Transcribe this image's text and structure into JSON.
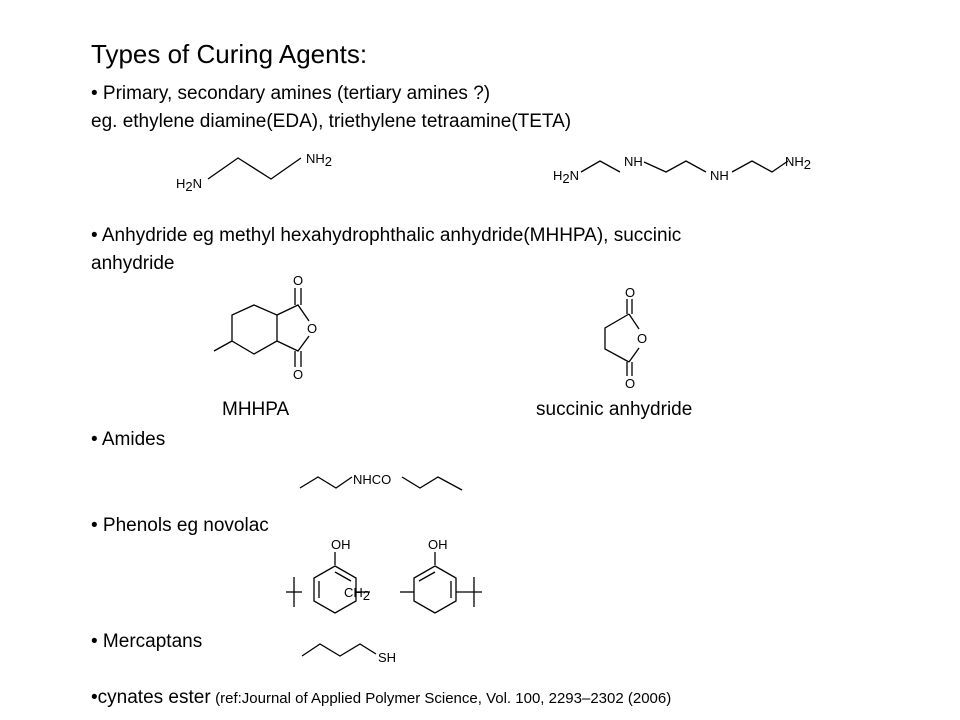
{
  "slide": {
    "title": "Types of Curing Agents:",
    "amines": {
      "bullet": "• Primary, secondary amines (tertiary amines ?)",
      "examples": "eg. ethylene diamine(EDA), triethylene tetraamine(TETA)"
    },
    "anhydride": {
      "bullet_line1": "• Anhydride eg methyl hexahydrophthalic anhydride(MHHPA), succinic",
      "bullet_line2": "anhydride",
      "label_mhhpa": "MHHPA",
      "label_succinic": "succinic anhydride"
    },
    "amides": {
      "bullet": "• Amides"
    },
    "phenols": {
      "bullet": "• Phenols eg novolac"
    },
    "mercaptans": {
      "bullet": "• Mercaptans"
    },
    "cyanate": {
      "bullet": "•cynates ester",
      "reference": "(ref:Journal of Applied Polymer Science, Vol. 100, 2293–2302 (2006)"
    }
  },
  "structures": {
    "eda": {
      "h2n": "H",
      "h2n_sub": "2",
      "h2n_n": "N",
      "nh2": "NH",
      "nh2_sub": "2"
    },
    "teta": {
      "h2n": "H",
      "h2n_sub": "2",
      "h2n_n": "N",
      "nh_a": "NH",
      "nh_b": "NH",
      "nh2": "NH",
      "nh2_sub": "2"
    },
    "mhhpa": {
      "o_top": "O",
      "o_ring": "O",
      "o_bottom": "O"
    },
    "succinic": {
      "o_top": "O",
      "o_ring": "O",
      "o_bottom": "O"
    },
    "amide": {
      "group": "NHCO"
    },
    "novolac": {
      "oh_left": "OH",
      "oh_right": "OH",
      "ch2": "CH",
      "ch2_sub": "2"
    },
    "mercaptan": {
      "sh": "SH"
    }
  }
}
